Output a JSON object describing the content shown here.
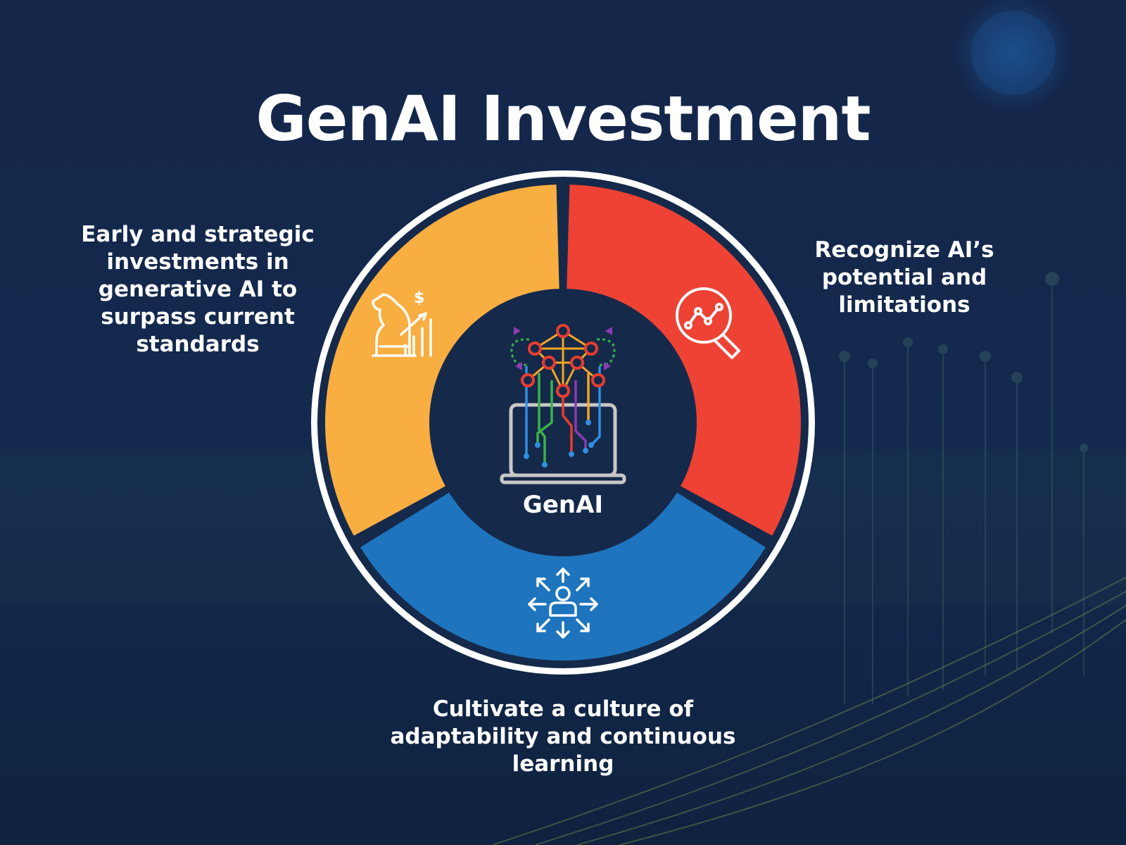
{
  "title": "GenAI Investment",
  "center": {
    "label": "GenAI",
    "icon": "ai-brain-laptop-icon"
  },
  "segments": [
    {
      "id": "early-investment",
      "color": "#F8AE41",
      "icon": "chess-knight-growth-icon",
      "caption": "Early and strategic investments in generative AI to surpass current standards"
    },
    {
      "id": "recognize-potential",
      "color": "#EE4235",
      "icon": "magnifier-analytics-icon",
      "caption": "Recognize AI’s potential and limitations"
    },
    {
      "id": "culture-adaptability",
      "color": "#1E75BD",
      "icon": "person-expand-arrows-icon",
      "caption": "Cultivate a culture of adaptability and continuous learning"
    }
  ],
  "colors": {
    "background": "#122544",
    "ring": "#FFFFFF",
    "hub": "#15294A"
  }
}
